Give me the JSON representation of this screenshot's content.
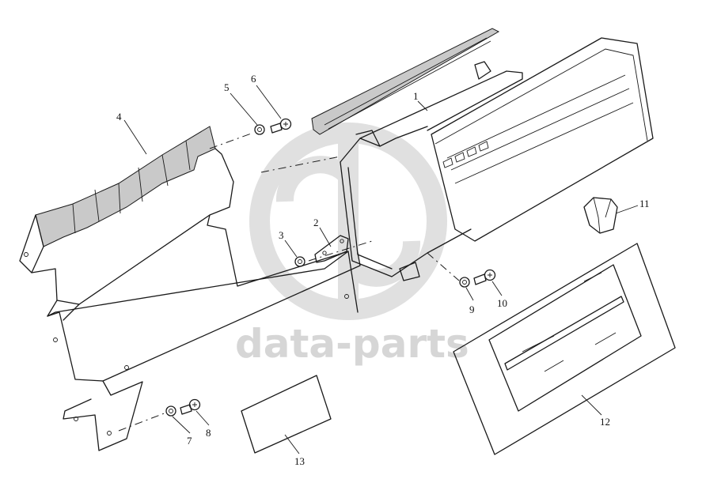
{
  "watermark": {
    "text": "data-parts"
  },
  "callouts": [
    {
      "id": "label-1",
      "text": "1"
    },
    {
      "id": "label-2",
      "text": "2"
    },
    {
      "id": "label-3",
      "text": "3"
    },
    {
      "id": "label-4",
      "text": "4"
    },
    {
      "id": "label-5",
      "text": "5"
    },
    {
      "id": "label-6",
      "text": "6"
    },
    {
      "id": "label-7",
      "text": "7"
    },
    {
      "id": "label-8",
      "text": "8"
    },
    {
      "id": "label-9",
      "text": "9"
    },
    {
      "id": "label-10",
      "text": "10"
    },
    {
      "id": "label-11",
      "text": "11"
    },
    {
      "id": "label-12",
      "text": "12"
    },
    {
      "id": "label-13",
      "text": "13"
    }
  ]
}
